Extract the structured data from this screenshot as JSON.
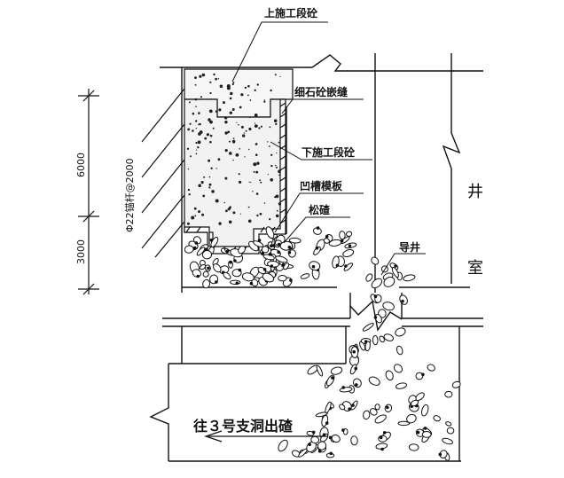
{
  "labels": {
    "upper_concrete": "上施工段砼",
    "fine_aggregate_joint": "细石砼嵌缝",
    "lower_concrete": "下施工段砼",
    "groove_formwork": "凹槽模板",
    "loose_ballast": "松碴",
    "guide_shaft": "导井",
    "shaft_room_1": "井",
    "shaft_room_2": "室",
    "anchor_bolt": "Φ22锚杆@2000",
    "dim_upper": "6000",
    "dim_lower": "3000",
    "muck_out": "往３号支洞出碴"
  }
}
